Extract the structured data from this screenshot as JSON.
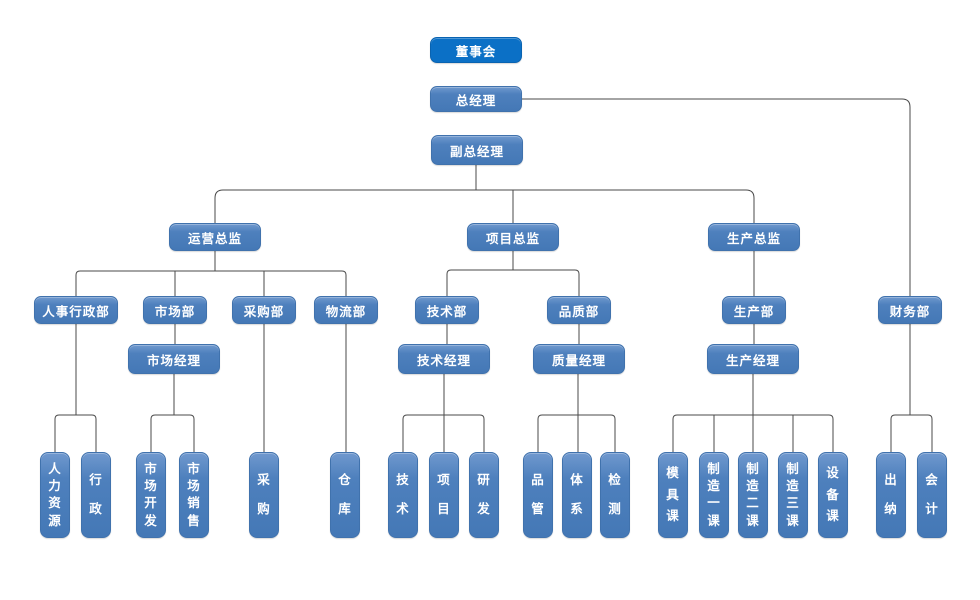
{
  "diagram_type": "organization-chart",
  "colors": {
    "top_node_fill": "#0b70c6",
    "node_fill": "#4e80bd",
    "node_border": "#4072ad",
    "node_text": "#ffffff",
    "connector": "#4a4a4a",
    "background": "#ffffff"
  },
  "nodes": {
    "board": {
      "label": "董事会"
    },
    "gm": {
      "label": "总经理"
    },
    "dgm": {
      "label": "副总经理"
    },
    "ops_director": {
      "label": "运营总监"
    },
    "project_director": {
      "label": "项目总监"
    },
    "production_director": {
      "label": "生产总监"
    },
    "hr_admin_dept": {
      "label": "人事行政部"
    },
    "marketing_dept": {
      "label": "市场部"
    },
    "purchasing_dept": {
      "label": "采购部"
    },
    "logistics_dept": {
      "label": "物流部"
    },
    "tech_dept": {
      "label": "技术部"
    },
    "quality_dept": {
      "label": "品质部"
    },
    "production_dept": {
      "label": "生产部"
    },
    "finance_dept": {
      "label": "财务部"
    },
    "marketing_manager": {
      "label": "市场经理"
    },
    "tech_manager": {
      "label": "技术经理"
    },
    "quality_manager": {
      "label": "质量经理"
    },
    "production_manager": {
      "label": "生产经理"
    },
    "hr": {
      "label": "人力资源"
    },
    "admin": {
      "label": "行政"
    },
    "market_dev": {
      "label": "市场开发"
    },
    "market_sales": {
      "label": "市场销售"
    },
    "purchasing": {
      "label": "采购"
    },
    "warehouse": {
      "label": "仓库"
    },
    "technology": {
      "label": "技术"
    },
    "project": {
      "label": "项目"
    },
    "rnd": {
      "label": "研发"
    },
    "quality_control": {
      "label": "品管"
    },
    "system": {
      "label": "体系"
    },
    "inspection": {
      "label": "检测"
    },
    "mold_section": {
      "label": "模具课"
    },
    "manufacturing_1": {
      "label": "制造一课"
    },
    "manufacturing_2": {
      "label": "制造二课"
    },
    "manufacturing_3": {
      "label": "制造三课"
    },
    "equipment_section": {
      "label": "设备课"
    },
    "cashier": {
      "label": "出纳"
    },
    "accounting": {
      "label": "会计"
    }
  },
  "hierarchy": [
    {
      "parent": "董事会",
      "children": [
        "总经理"
      ]
    },
    {
      "parent": "总经理",
      "children": [
        "副总经理",
        "财务部"
      ]
    },
    {
      "parent": "副总经理",
      "children": [
        "运营总监",
        "项目总监",
        "生产总监"
      ]
    },
    {
      "parent": "运营总监",
      "children": [
        "人事行政部",
        "市场部",
        "采购部",
        "物流部"
      ]
    },
    {
      "parent": "人事行政部",
      "children": [
        "人力资源",
        "行政"
      ]
    },
    {
      "parent": "市场部",
      "children": [
        "市场经理"
      ]
    },
    {
      "parent": "市场经理",
      "children": [
        "市场开发",
        "市场销售"
      ]
    },
    {
      "parent": "采购部",
      "children": [
        "采购"
      ]
    },
    {
      "parent": "物流部",
      "children": [
        "仓库"
      ]
    },
    {
      "parent": "项目总监",
      "children": [
        "技术部",
        "品质部"
      ]
    },
    {
      "parent": "技术部",
      "children": [
        "技术经理"
      ]
    },
    {
      "parent": "技术经理",
      "children": [
        "技术",
        "项目",
        "研发"
      ]
    },
    {
      "parent": "品质部",
      "children": [
        "质量经理"
      ]
    },
    {
      "parent": "质量经理",
      "children": [
        "品管",
        "体系",
        "检测"
      ]
    },
    {
      "parent": "生产总监",
      "children": [
        "生产部"
      ]
    },
    {
      "parent": "生产部",
      "children": [
        "生产经理"
      ]
    },
    {
      "parent": "生产经理",
      "children": [
        "模具课",
        "制造一课",
        "制造二课",
        "制造三课",
        "设备课"
      ]
    },
    {
      "parent": "财务部",
      "children": [
        "出纳",
        "会计"
      ]
    }
  ]
}
